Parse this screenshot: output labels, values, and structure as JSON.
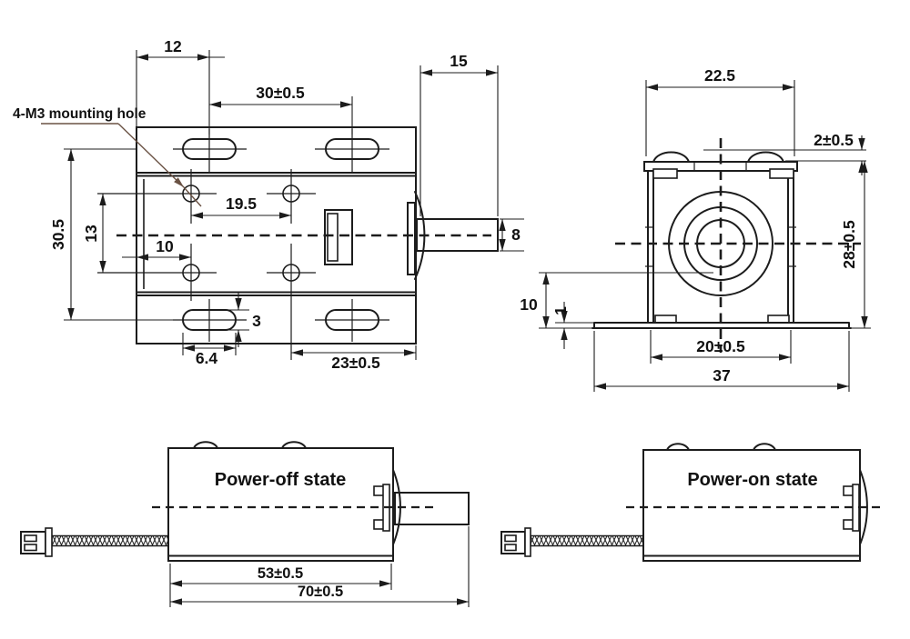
{
  "colors": {
    "line": "#1c1c1c",
    "leader": "#6a5244",
    "background": "#ffffff"
  },
  "note": {
    "mounting_hole": "4-M3 mounting hole"
  },
  "top_view": {
    "d12": "12",
    "d30": "30±0.5",
    "d15": "15",
    "d30_5": "30.5",
    "d13": "13",
    "d10": "10",
    "d19_5": "19.5",
    "d3": "3",
    "d6_4": "6.4",
    "d23": "23±0.5",
    "d8": "8"
  },
  "front_view": {
    "d22_5": "22.5",
    "d2": "2±0.5",
    "d28": "28±0.5",
    "d10": "10",
    "d1": "1",
    "d20": "20±0.5",
    "d37": "37"
  },
  "power_off_view": {
    "title": "Power-off state",
    "d53": "53±0.5",
    "d70": "70±0.5"
  },
  "power_on_view": {
    "title": "Power-on state"
  }
}
